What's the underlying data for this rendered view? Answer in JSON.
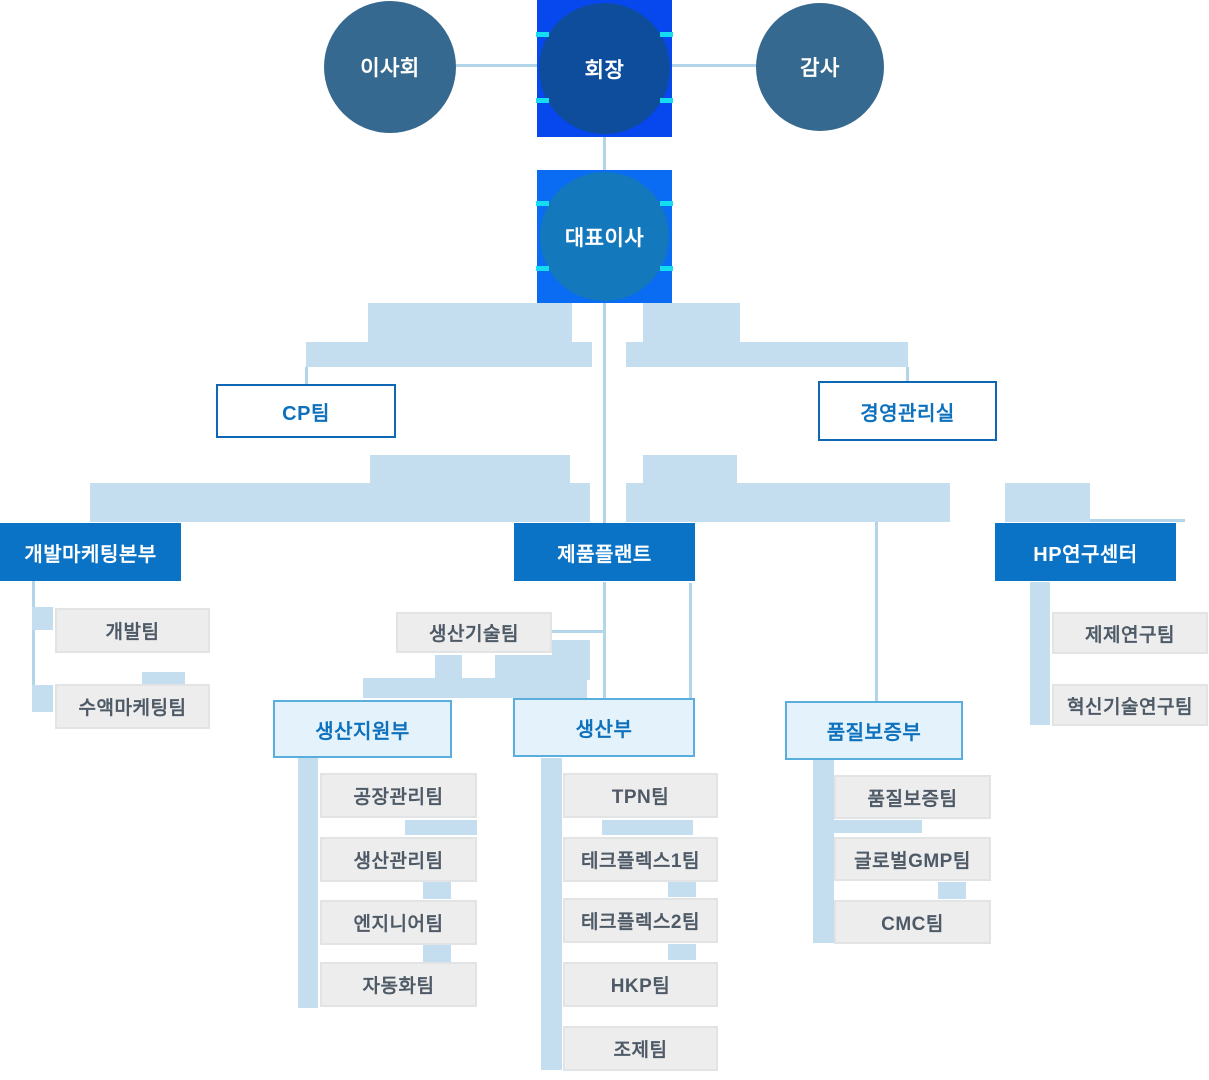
{
  "colors": {
    "steel_circle": "#36698f",
    "chairman_circle": "#0d4d9b",
    "chairman_glow": "#0748ee",
    "ceo_circle": "#1478bc",
    "ceo_glow": "#0a6cf2",
    "cyan_tick": "#14ddf2",
    "dept_blue": "#0a73c6",
    "outline_blue": "#0f66b4",
    "lite_fill": "#e3f2fb",
    "lite_border": "#5aaede",
    "gray_fill": "#ededee",
    "connector_bar": "#c4def0",
    "connector_line": "#b3d5e9",
    "text_blue": "#0e71bd",
    "text_gray": "#4e5a66"
  },
  "nodes": {
    "board": "이사회",
    "chairman": "회장",
    "auditor": "감사",
    "ceo": "대표이사",
    "cp_team": "CP팀",
    "mgmt_office": "경영관리실",
    "dev_hq": "개발마케팅본부",
    "dev_hq_children": [
      "개발팀",
      "수액마케팅팀"
    ],
    "plant": "제품플랜트",
    "prod_tech": "생산기술팀",
    "prod_support": "생산지원부",
    "prod_support_children": [
      "공장관리팀",
      "생산관리팀",
      "엔지니어팀",
      "자동화팀"
    ],
    "production": "생산부",
    "production_children": [
      "TPN팀",
      "테크플렉스1팀",
      "테크플렉스2팀",
      "HKP팀",
      "조제팀"
    ],
    "qa": "품질보증부",
    "qa_children": [
      "품질보증팀",
      "글로벌GMP팀",
      "CMC팀"
    ],
    "hp_center": "HP연구센터",
    "hp_children": [
      "제제연구팀",
      "혁신기술연구팀"
    ]
  }
}
